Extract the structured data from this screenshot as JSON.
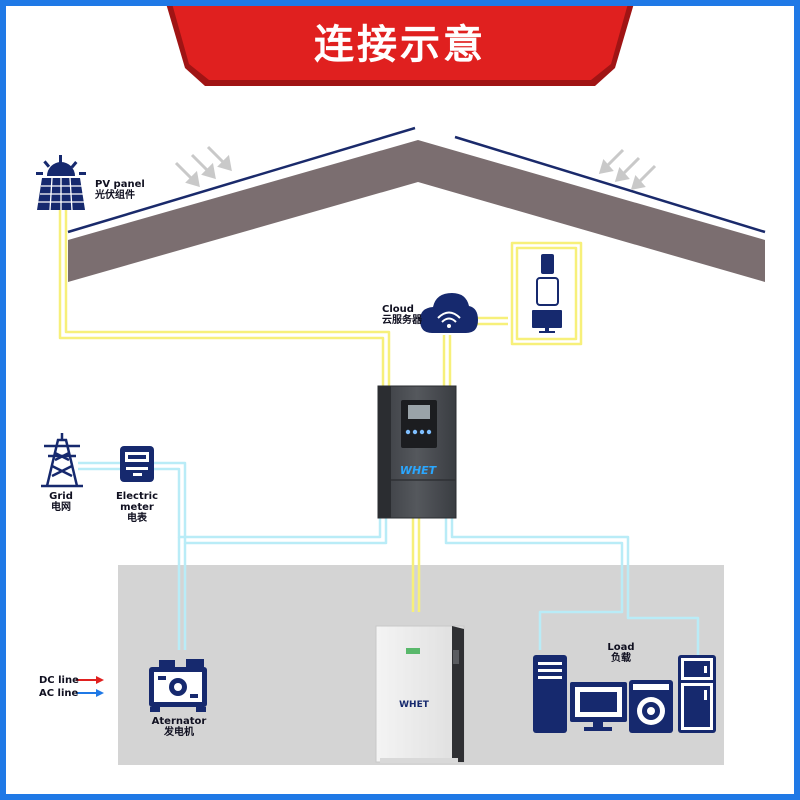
{
  "title": "连接示意",
  "labels": {
    "pv_panel": {
      "en": "PV panel",
      "zh": "光伏组件"
    },
    "cloud": {
      "en": "Cloud",
      "zh": "云服务器"
    },
    "grid": {
      "en": "Grid",
      "zh": "电网"
    },
    "electric_meter": {
      "en": "Electric meter",
      "zh": "电表"
    },
    "load": {
      "en": "Load",
      "zh": "负载"
    },
    "generator": {
      "en": "Aternator",
      "zh": "发电机"
    },
    "dc_line": "DC line",
    "ac_line": "AC line"
  },
  "brand": {
    "inverter": "WHET",
    "battery": "WHET"
  },
  "colors": {
    "banner_red": "#e0201f",
    "border_blue": "#1f79e6",
    "roof": "#7b6e70",
    "roof_edge": "#1a2a6b",
    "dc_line": "#f7f07a",
    "ac_line": "#b9ecf7",
    "icon_navy": "#16296e",
    "ground": "#d4d4d4"
  },
  "icons": [
    "sun-solar-panel-icon",
    "cloud-wifi-icon",
    "phone-icon",
    "tablet-icon",
    "monitor-icon",
    "transmission-tower-icon",
    "electric-meter-icon",
    "generator-icon",
    "computer-tower-icon",
    "tv-icon",
    "washing-machine-icon",
    "refrigerator-icon",
    "sun-rays-arrow-icon"
  ]
}
